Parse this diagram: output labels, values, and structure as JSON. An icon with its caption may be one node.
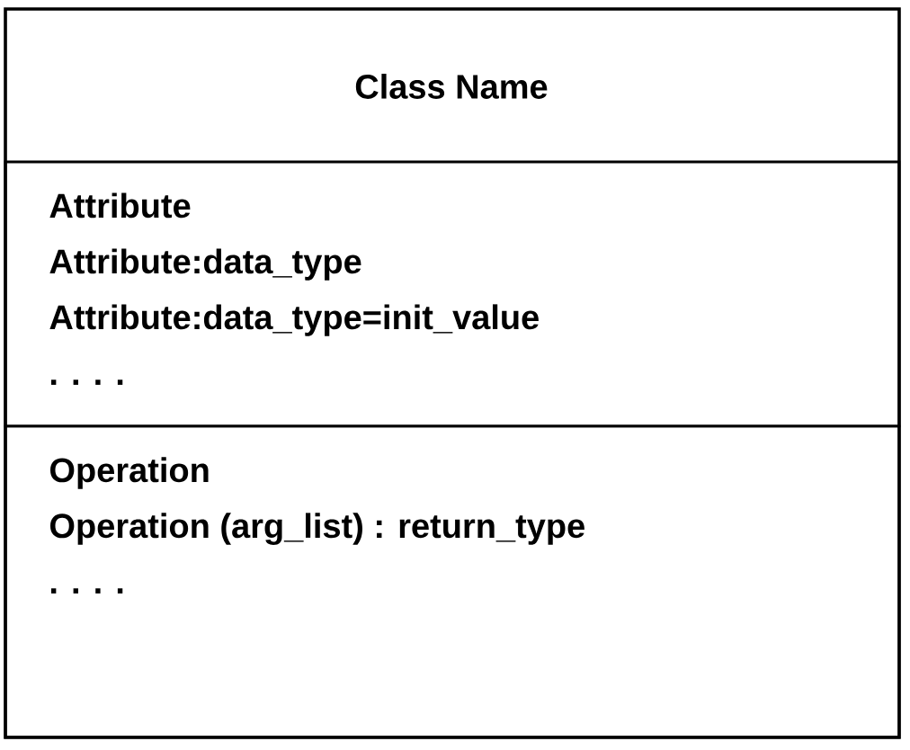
{
  "diagram": {
    "nodes": [
      {
        "text": [
          "Class Name"
        ]
      },
      {
        "text": [
          "Attribute",
          "Attribute:data_type",
          "Attribute:data_type=init_value",
          ". . . ."
        ],
        "in": 0
      },
      {
        "text": [
          "Operation",
          "Operation (arg_list) : return_type",
          ". . . ."
        ],
        "in": 0
      }
    ]
  }
}
